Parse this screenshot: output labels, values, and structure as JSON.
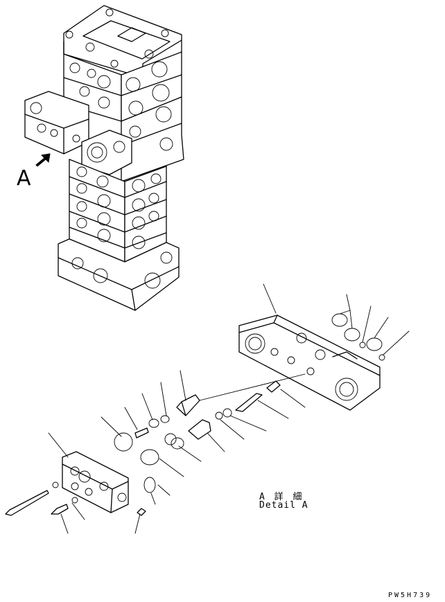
{
  "view_marker": "A",
  "detail_label_jp": "A 詳 細",
  "detail_label_en": "Detail A",
  "drawing_code": "PW5H739"
}
